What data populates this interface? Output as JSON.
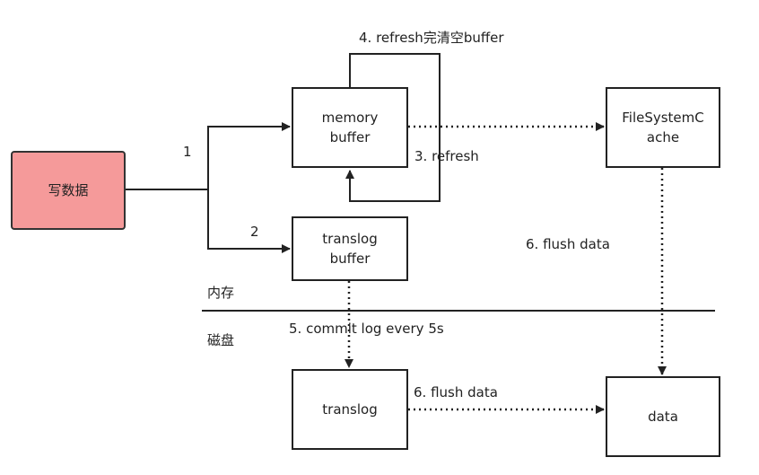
{
  "nodes": {
    "write": "写数据",
    "memory_buffer": "memory\nbuffer",
    "translog_buffer": "translog\nbuffer",
    "filesystem_cache": "FileSystemC\nache",
    "translog": "translog",
    "data": "data"
  },
  "labels": {
    "step1": "1",
    "step2": "2",
    "step3": "3. refresh",
    "step4": "4. refresh完清空buffer",
    "step5": "5. commit log every 5s",
    "step6a": "6. flush data",
    "step6b": "6. flush data",
    "memory_zone": "内存",
    "disk_zone": "磁盘"
  },
  "colors": {
    "write_fill": "#f59a9a",
    "line": "#222222"
  }
}
